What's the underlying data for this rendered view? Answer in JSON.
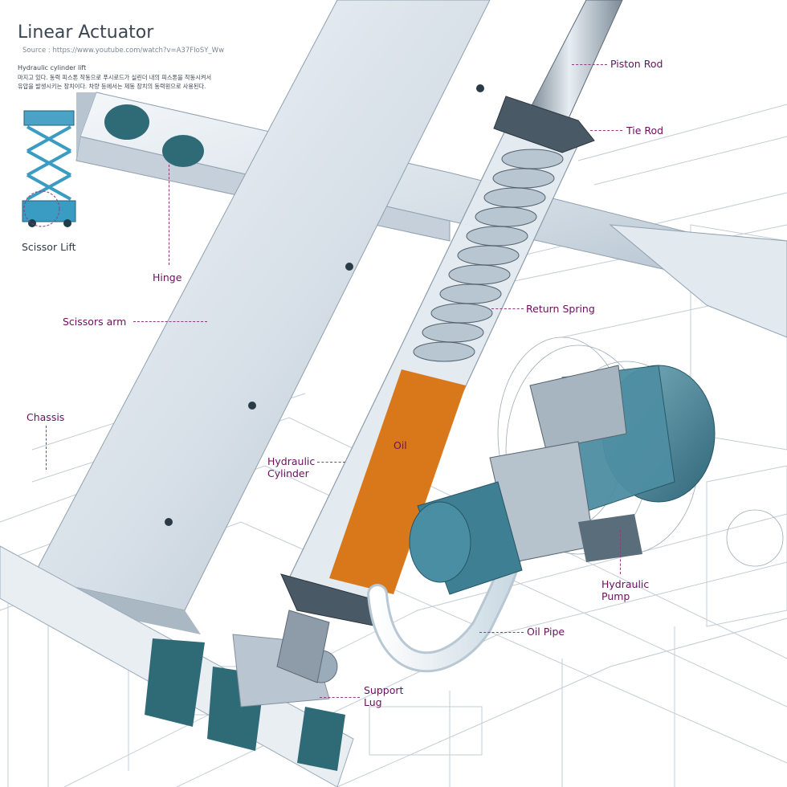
{
  "header": {
    "title": "Linear Actuator",
    "source": "Source : https://www.youtube.com/watch?v=A37FIoSY_Ww",
    "subtitle": "Hydraulic cylinder lift",
    "description_line1": "마지고 있다. 동력 피스톤 작동으로 푸시로드가 실린더 내의 피스톤을 작동시켜서",
    "description_line2": "유압을 발생시키는 장치이다. 차량 등에서는 제동 장치의 동력원으로 사용된다."
  },
  "inset": {
    "caption": "Scissor Lift"
  },
  "labels": {
    "piston_rod": "Piston Rod",
    "tie_rod": "Tie Rod",
    "hinge": "Hinge",
    "return_spring": "Return Spring",
    "scissors_arm": "Scissors arm",
    "chassis": "Chassis",
    "oil": "Oil",
    "hydraulic_cylinder_1": "Hydraulic",
    "hydraulic_cylinder_2": "Cylinder",
    "hydraulic_pump_1": "Hydraulic",
    "hydraulic_pump_2": "Pump",
    "oil_pipe": "Oil Pipe",
    "support_lug_1": "Support",
    "support_lug_2": "Lug"
  },
  "colors": {
    "steel": "#d9e2ea",
    "steel_dark": "#9aabb9",
    "oil": "#d9781a",
    "pump_blue": "#4e8ea3",
    "tube_teal": "#2f6a77",
    "callout": "#8e3b82",
    "label": "#6b0f5e",
    "wire": "#b7c3cd"
  }
}
